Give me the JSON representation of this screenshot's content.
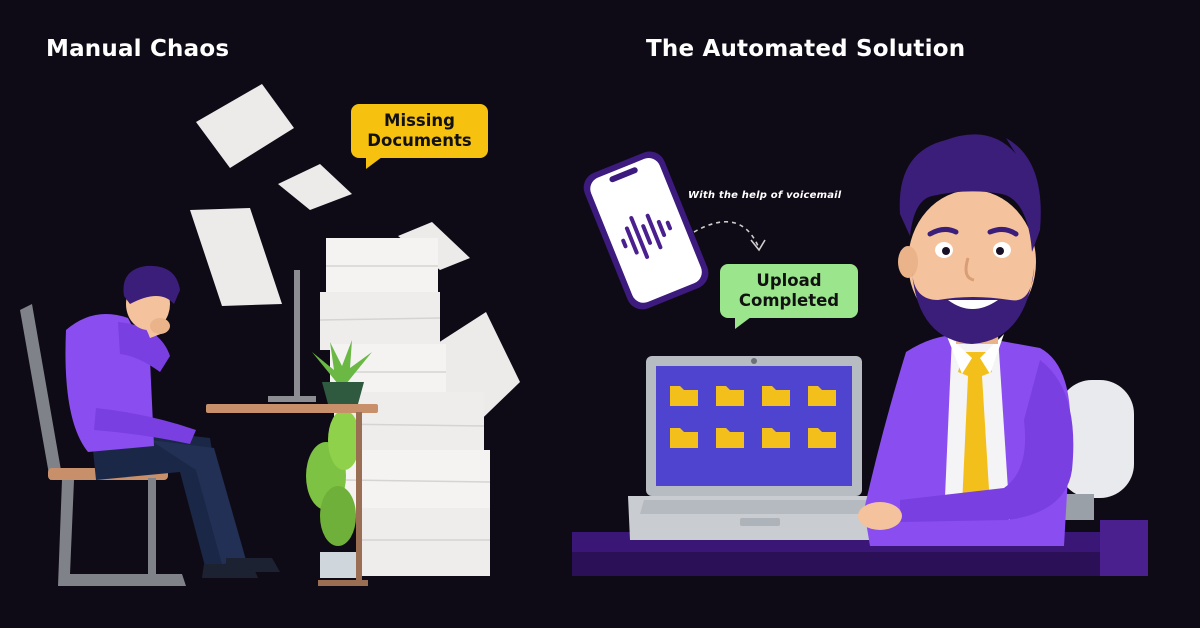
{
  "left": {
    "title": "Manual Chaos",
    "bubble": {
      "line1": "Missing",
      "line2": "Documents",
      "color": "#f7c20f"
    }
  },
  "right": {
    "title": "The Automated Solution",
    "note": "With the help of voicemail",
    "bubble": {
      "line1": "Upload",
      "line2": "Completed",
      "color": "#9be58d"
    }
  },
  "colors": {
    "background": "#0f0b16",
    "purple": "#8a4df0",
    "dark_purple": "#4a1f8e",
    "folder": "#f3bf1a",
    "screen": "#4e44cf",
    "paper": "#f1efee"
  },
  "icons": {
    "phone": "smartphone-icon",
    "waveform": "audio-wave-icon",
    "folder": "folder-icon",
    "arrow": "dashed-arrow-icon"
  }
}
